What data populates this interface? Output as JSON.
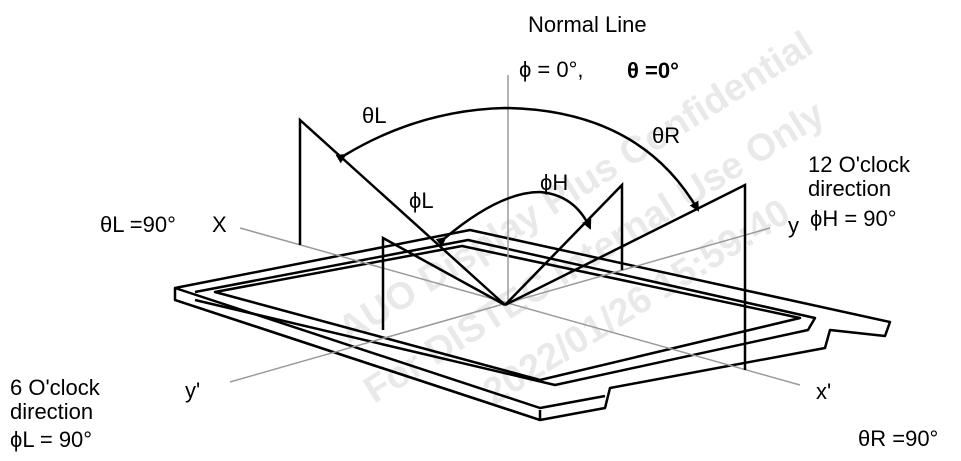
{
  "labels": {
    "normal_line": "Normal Line",
    "phi_equation": "ϕ = 0°,",
    "theta_equation": "θ =0°",
    "theta_l_arc": "θL",
    "theta_r_arc": "θR",
    "phi_h_arc": "ϕH",
    "phi_l_arc": "ϕL",
    "theta_l_90": "θL =90°",
    "axis_x": "X",
    "axis_y": "y",
    "axis_y_prime": "y'",
    "axis_x_prime": "x'",
    "twelve_oclock_line1": "12  O'clock",
    "twelve_oclock_line2": "direction",
    "phi_h_90": "ϕH = 90°",
    "six_oclock_line1": "6 O'clock",
    "six_oclock_line2": "direction",
    "phi_l_90": "ϕL = 90°",
    "theta_r_90": "θR =90°"
  },
  "watermark": {
    "line1": "AUO Display Plus Confidential",
    "line2": "For DISTEC Internal Use Only",
    "line3": "2022/01/26 15:59:40"
  },
  "colors": {
    "line": "#000000",
    "axis": "#9a9a9a",
    "watermark": "#d8d8d8"
  }
}
